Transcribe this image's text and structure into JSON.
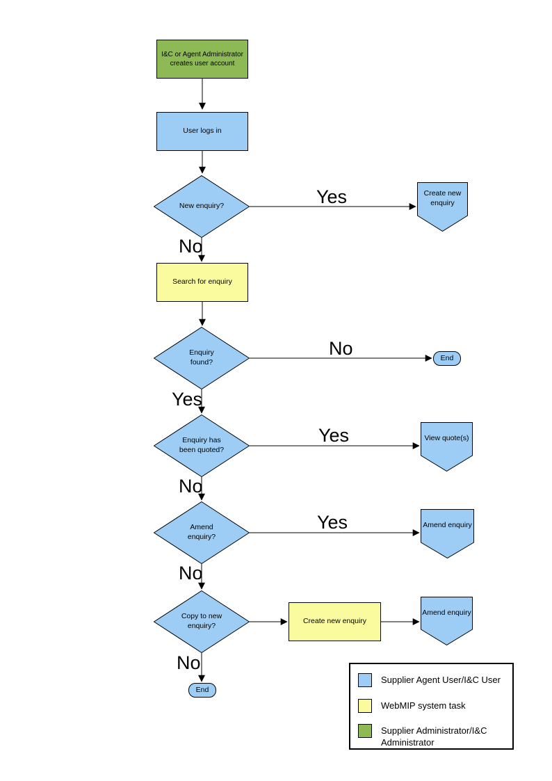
{
  "palette": {
    "user": "#9DCDF4",
    "system": "#FAFA9E",
    "admin": "#8DBA55",
    "line": "#000000",
    "background": "#FFFFFF"
  },
  "nodes": {
    "create_account": "I&C or Agent Administrator\ncreates user account",
    "user_logs_in": "User logs in",
    "new_enquiry_q": "New enquiry?",
    "create_new_enquiry_ref": "Create new\nenquiry",
    "search_for_enquiry": "Search for enquiry",
    "enquiry_found_q": "Enquiry\nfound?",
    "end_right": "End",
    "enquiry_quoted_q": "Enquiry has\nbeen quoted?",
    "view_quotes_ref": "View quote(s)",
    "amend_enquiry_q": "Amend\nenquiry?",
    "amend_enquiry_ref": "Amend enquiry",
    "copy_to_new_q": "Copy to new\nenquiry?",
    "create_new_enquiry_task": "Create new enquiry",
    "amend_enquiry_ref2": "Amend enquiry",
    "end_bottom": "End"
  },
  "labels": {
    "yes_new_enquiry": "Yes",
    "no_new_enquiry": "No",
    "no_enquiry_found": "No",
    "yes_enquiry_found": "Yes",
    "yes_quoted": "Yes",
    "no_quoted": "No",
    "yes_amend": "Yes",
    "no_amend": "No",
    "no_copy": "No"
  },
  "legend": {
    "items": [
      {
        "label": "Supplier Agent User/I&C User",
        "palette_key": "user"
      },
      {
        "label": "WebMIP system task",
        "palette_key": "system"
      },
      {
        "label": "Supplier Administrator/I&C\nAdministrator",
        "palette_key": "admin"
      }
    ]
  }
}
